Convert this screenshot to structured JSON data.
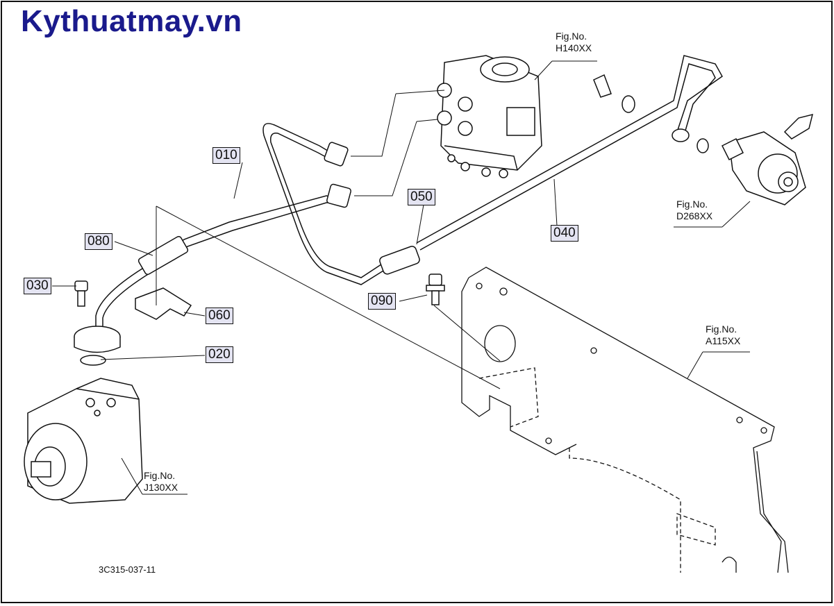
{
  "brand": {
    "text": "Kythuatmay.vn"
  },
  "parts": [
    {
      "id": "010",
      "label": "010"
    },
    {
      "id": "020",
      "label": "020"
    },
    {
      "id": "030",
      "label": "030"
    },
    {
      "id": "040",
      "label": "040"
    },
    {
      "id": "050",
      "label": "050"
    },
    {
      "id": "060",
      "label": "060"
    },
    {
      "id": "080",
      "label": "080"
    },
    {
      "id": "090",
      "label": "090"
    }
  ],
  "figure_refs": [
    {
      "prefix": "Fig.No.",
      "code": "H140XX"
    },
    {
      "prefix": "Fig.No.",
      "code": "D268XX"
    },
    {
      "prefix": "Fig.No.",
      "code": "A115XX"
    },
    {
      "prefix": "Fig.No.",
      "code": "J130XX"
    }
  ],
  "drawing_code": "3C315-037-11"
}
